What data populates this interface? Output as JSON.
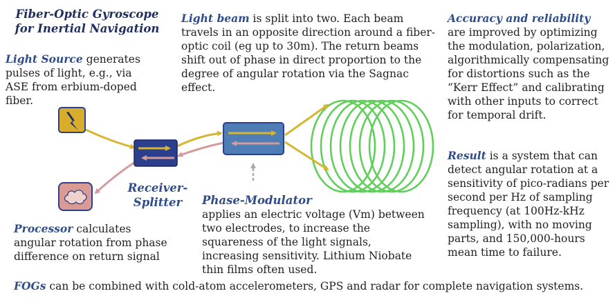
{
  "title": {
    "line1": "Fiber-Optic Gyroscope",
    "line2": "for Inertial Navigation"
  },
  "light_source": {
    "lead": "Light Source",
    "text": " generates pulses of light, e.g., via ASE from erbium-doped fiber."
  },
  "light_beam": {
    "lead": "Light beam",
    "text": " is split into two. Each beam travels in an opposite direction around a fiber-optic coil (eg up to 30m). The return beams shift out of phase in direct proportion to the degree of angular rotation via the Sagnac effect."
  },
  "accuracy": {
    "lead": "Accuracy and reliability",
    "text": " are improved by optimizing the modulation, polarization, algorithmically compensating for distortions such as the “Kerr Effect” and calibrating with other inputs to correct for temporal drift."
  },
  "result": {
    "lead": "Result",
    "text": " is a system that can detect angular rotation at a sensitivity of pico-radians per second per Hz of sampling frequency (at 100Hz-kHz sampling), with no moving parts, and 150,000-hours mean time to failure."
  },
  "receiver_splitter": {
    "line1": "Receiver-",
    "line2": "Splitter"
  },
  "phase_modulator": {
    "lead": "Phase-Modulator",
    "text": "applies an electric voltage (Vm) between two electrodes, to increase the squareness of the light signals, increasing sensitivity. Lithium Niobate thin films often used."
  },
  "processor": {
    "lead": "Processor",
    "text": " calculates angular rotation from phase difference on return signal"
  },
  "footer": {
    "lead": "FOGs",
    "text": " can be combined with cold-atom accelerometers, GPS and radar for complete navigation systems."
  },
  "colors": {
    "heading_blue": "#2f4d8a",
    "forward_beam": "#d6b531",
    "return_beam": "#d49b9b",
    "coil_green": "#5fcf5a",
    "light_source_box": "#d9ad2c",
    "splitter_box": "#2c3f8c",
    "modulator_box": "#4f7eb7",
    "processor_box": "#d99b93"
  },
  "icons": {
    "light_source": "lightning-bolt-icon",
    "processor": "brain-cloud-icon"
  }
}
